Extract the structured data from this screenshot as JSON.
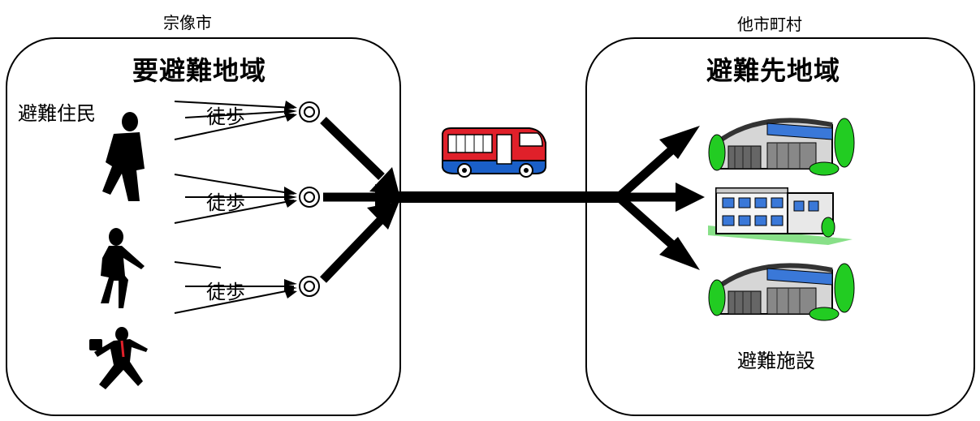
{
  "left_area": {
    "city_label": "宗像市",
    "region_title": "要避難地域",
    "residents_label": "避難住民",
    "walk_labels": [
      "徒歩",
      "徒歩",
      "徒歩"
    ]
  },
  "right_area": {
    "city_label": "他市町村",
    "region_title": "避難先地域",
    "facility_label": "避難施設"
  },
  "icons": [
    "walking-man-icon",
    "walking-woman-icon",
    "running-businessman-icon",
    "bus-icon",
    "gymnasium-icon",
    "school-building-icon",
    "gymnasium-icon",
    "assembly-point-icon"
  ],
  "colors": {
    "bus_red": "#e0202a",
    "bus_blue": "#1a5fc8",
    "roof_blue": "#3a78d8",
    "tree_green": "#22cc22"
  }
}
